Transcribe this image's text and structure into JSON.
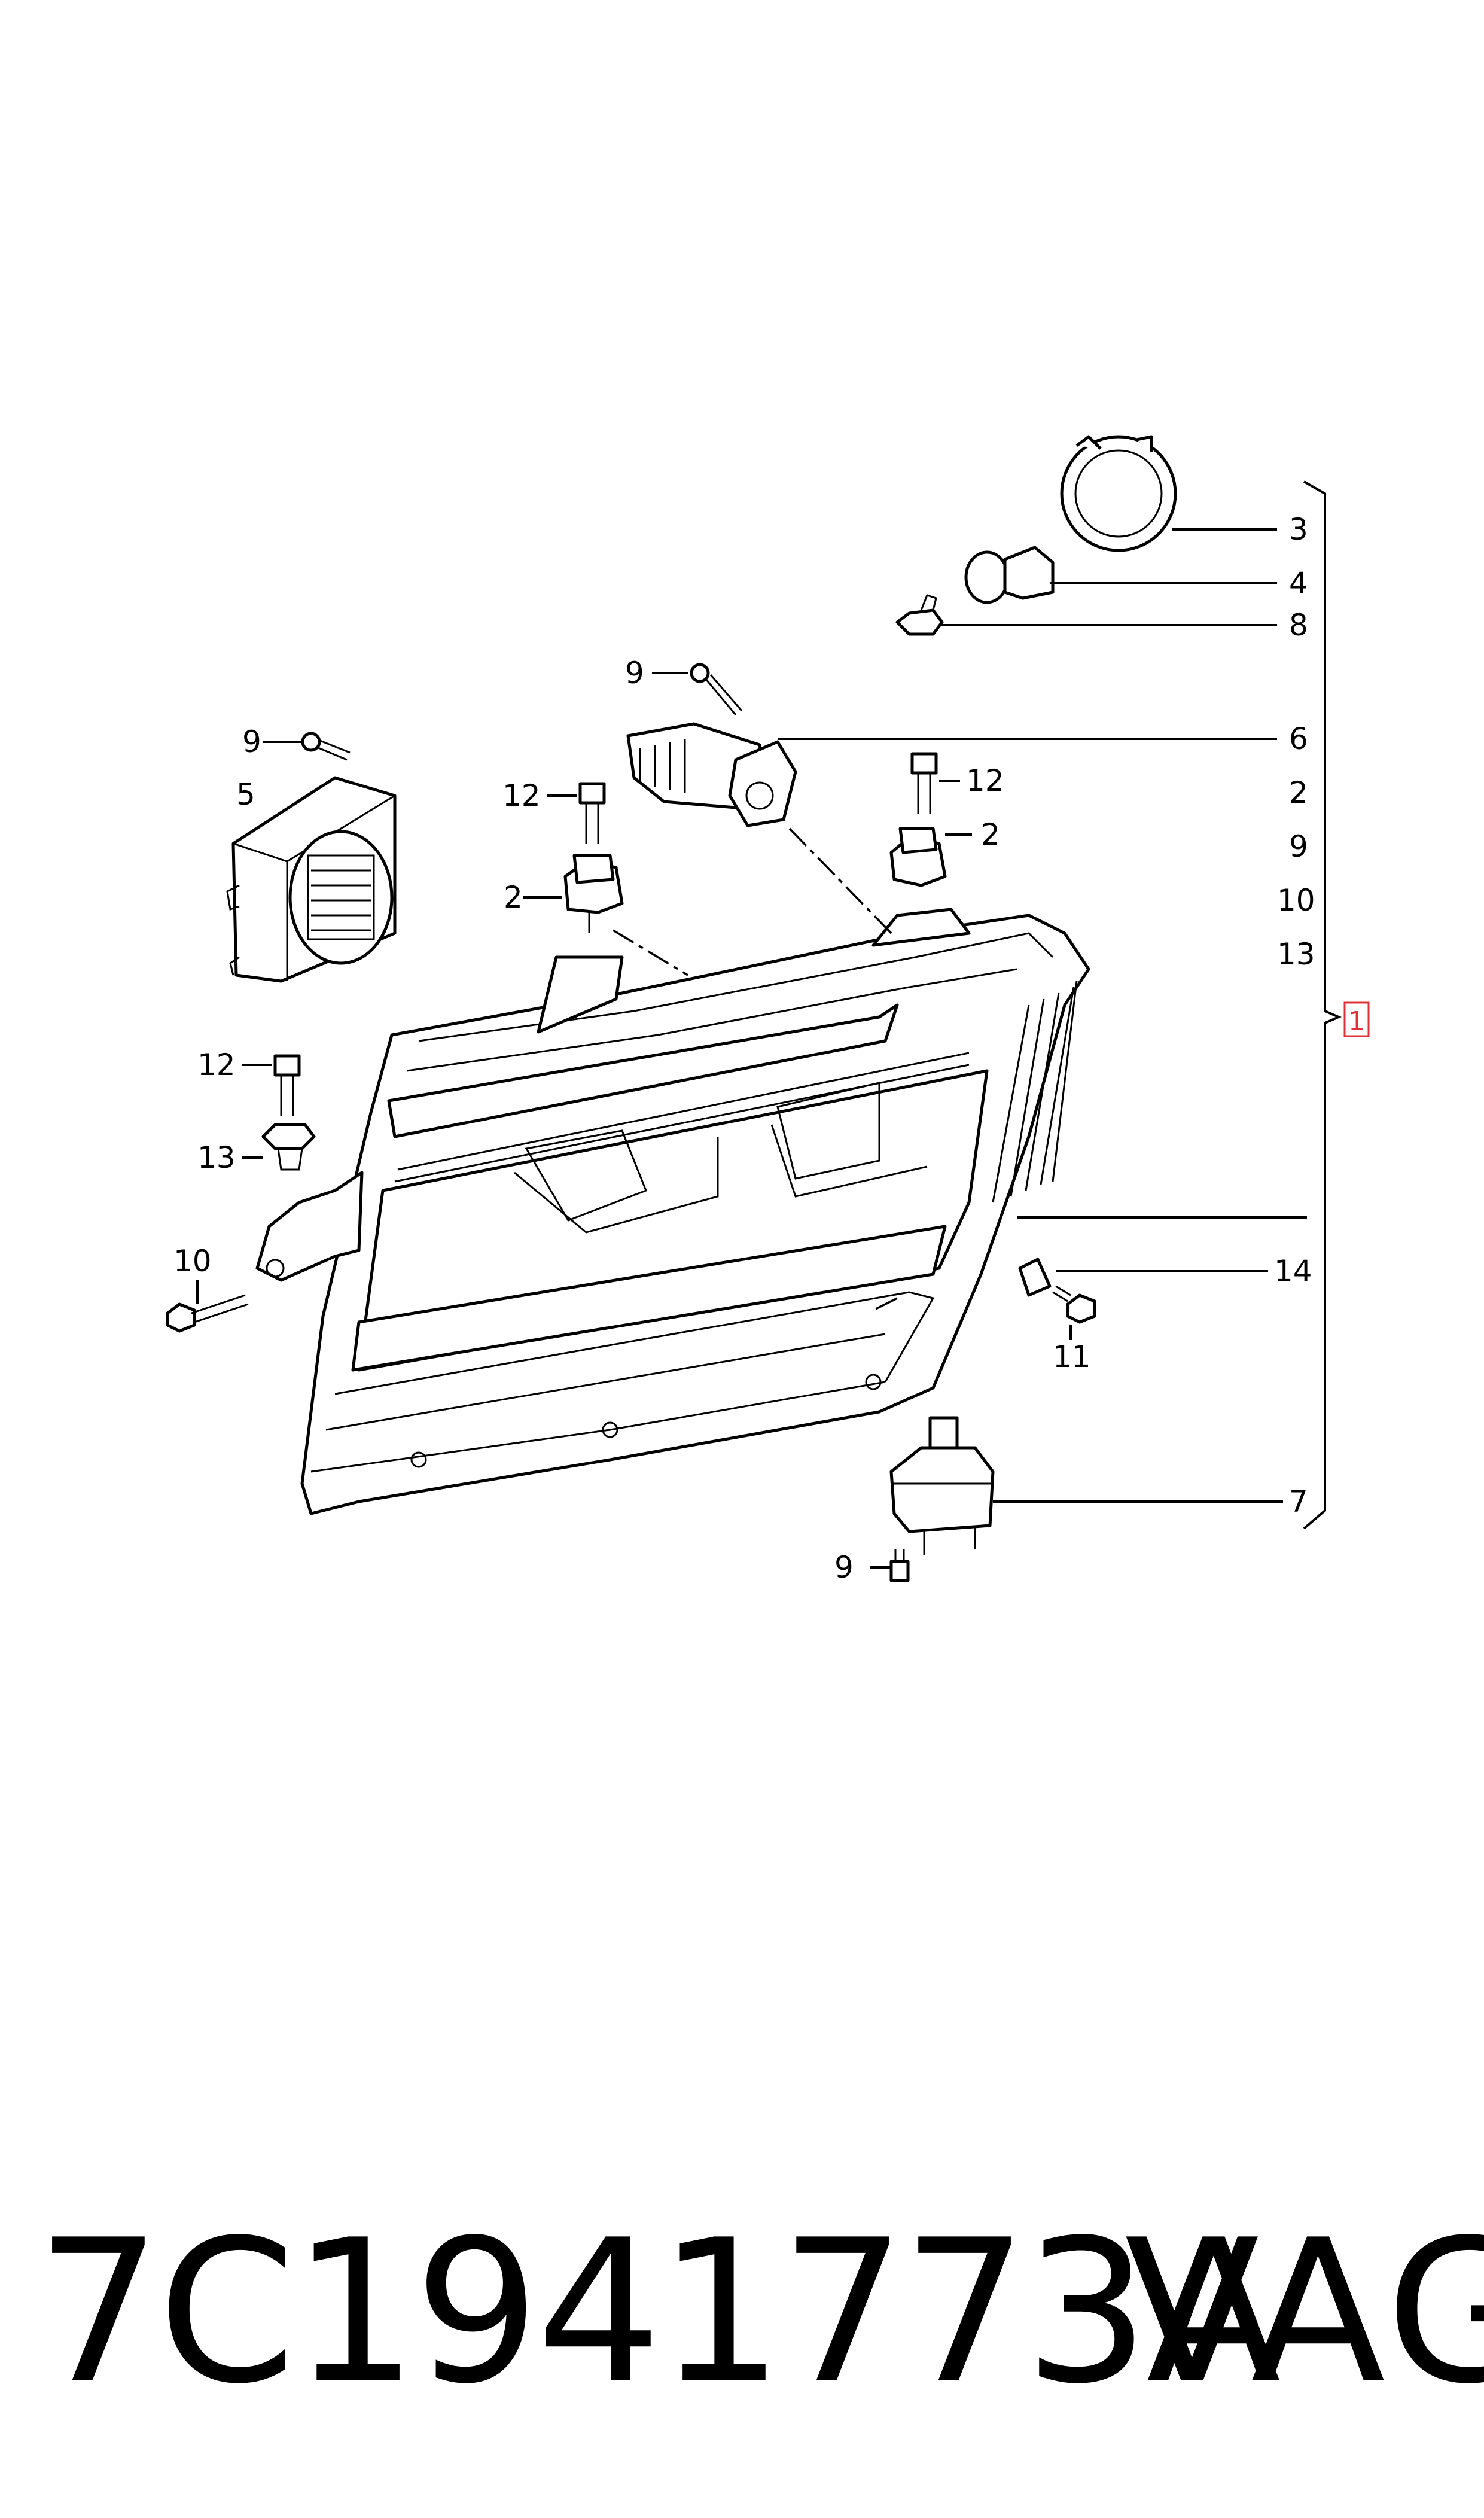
{
  "diagram": {
    "callouts": {
      "p3_right": "3",
      "p4_right": "4",
      "p8_right": "8",
      "p9_top": "9",
      "p6_right": "6",
      "p2_list": "2",
      "p9_list": "9",
      "p10_list": "10",
      "p13_list": "13",
      "p1_box": "1",
      "p9_left": "9",
      "p5": "5",
      "p12_left": "12",
      "p2_left": "2",
      "p12_right": "12",
      "p2_right": "2",
      "p12_lower": "12",
      "p13_lower": "13",
      "p10_lower": "10",
      "p14": "14",
      "p11": "11",
      "p7": "7",
      "p9_bottom": "9"
    },
    "callout_box_color": "#e0303a"
  },
  "footer": {
    "part_number": "7C1941773A",
    "brand": "VAG"
  }
}
